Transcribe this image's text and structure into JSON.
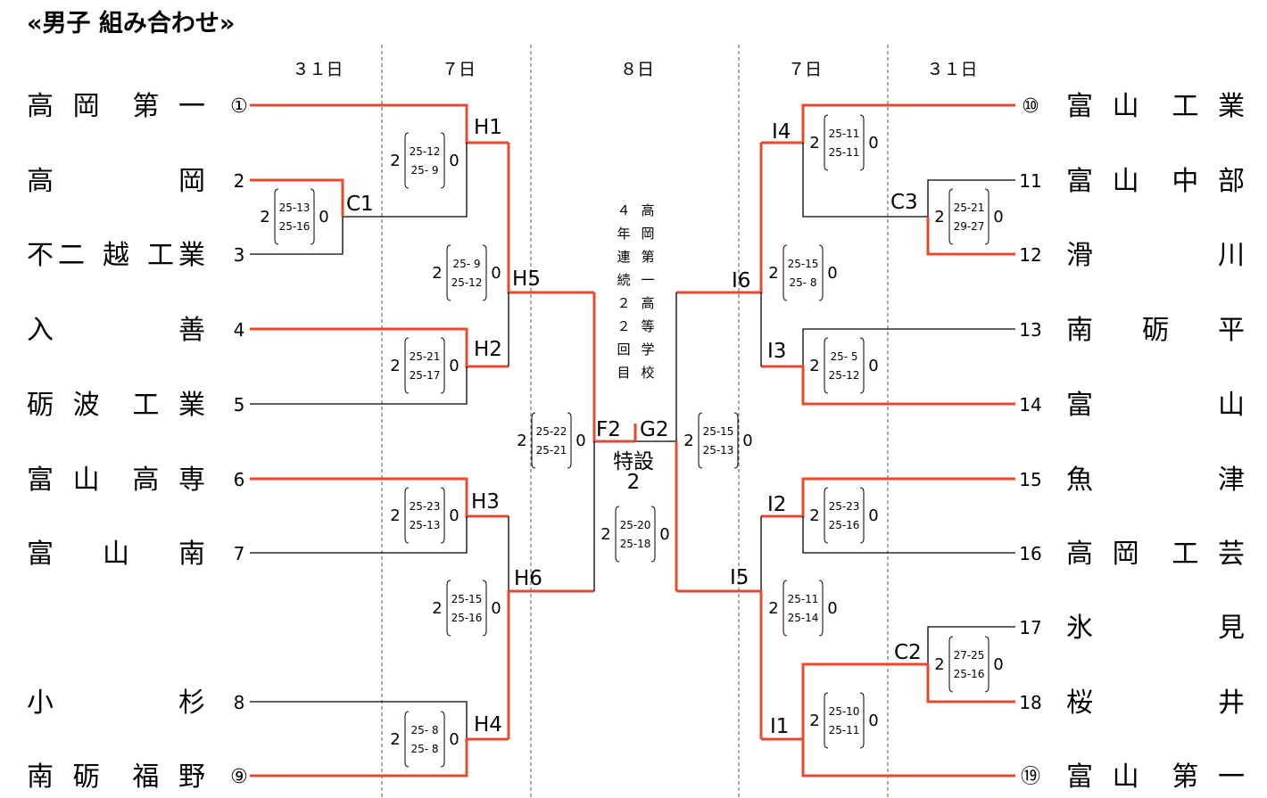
{
  "title": "«男子 組み合わせ»",
  "days": [
    "３１日",
    "７日",
    "８日",
    "７日",
    "３１日"
  ],
  "left_teams": [
    {
      "name": "高岡第一",
      "seed": "①"
    },
    {
      "name": "高岡",
      "seed": "2"
    },
    {
      "name": "不二越工業",
      "seed": "3"
    },
    {
      "name": "入善",
      "seed": "4"
    },
    {
      "name": "砺波工業",
      "seed": "5"
    },
    {
      "name": "富山高専",
      "seed": "6"
    },
    {
      "name": "富山南",
      "seed": "7"
    },
    {
      "name": "小杉",
      "seed": "8"
    },
    {
      "name": "南砺福野",
      "seed": "⑨"
    }
  ],
  "right_teams": [
    {
      "name": "富山工業",
      "seed": "⑩"
    },
    {
      "name": "富山中部",
      "seed": "11"
    },
    {
      "name": "滑川",
      "seed": "12"
    },
    {
      "name": "南砺平",
      "seed": "13"
    },
    {
      "name": "富山",
      "seed": "14"
    },
    {
      "name": "魚津",
      "seed": "15"
    },
    {
      "name": "高岡工芸",
      "seed": "16"
    },
    {
      "name": "氷見",
      "seed": "17"
    },
    {
      "name": "桜井",
      "seed": "18"
    },
    {
      "name": "富山第一",
      "seed": "⑲"
    }
  ],
  "match_labels": [
    "C1",
    "H1",
    "H2",
    "H3",
    "H4",
    "H5",
    "H6",
    "F2",
    "G2",
    "I4",
    "C3",
    "I6",
    "I3",
    "I2",
    "I5",
    "C2",
    "I1"
  ],
  "scores": [
    {
      "id": "C1",
      "left": "2",
      "right": "0",
      "sets": [
        "25-13",
        "25-16"
      ]
    },
    {
      "id": "H1",
      "left": "2",
      "right": "0",
      "sets": [
        "25-12",
        "25- 9"
      ]
    },
    {
      "id": "H5a",
      "left": "2",
      "right": "0",
      "sets": [
        "25- 9",
        "25-12"
      ]
    },
    {
      "id": "H2",
      "left": "2",
      "right": "0",
      "sets": [
        "25-21",
        "25-17"
      ]
    },
    {
      "id": "F2",
      "left": "2",
      "right": "0",
      "sets": [
        "25-22",
        "25-21"
      ]
    },
    {
      "id": "H3",
      "left": "2",
      "right": "0",
      "sets": [
        "25-23",
        "25-13"
      ]
    },
    {
      "id": "H6a",
      "left": "2",
      "right": "0",
      "sets": [
        "25-15",
        "25-16"
      ]
    },
    {
      "id": "H4",
      "left": "2",
      "right": "0",
      "sets": [
        "25- 8",
        "25- 8"
      ]
    },
    {
      "id": "FIN",
      "left": "2",
      "right": "0",
      "sets": [
        "25-20",
        "25-18"
      ]
    },
    {
      "id": "G2",
      "left": "2",
      "right": "0",
      "sets": [
        "25-15",
        "25-13"
      ]
    },
    {
      "id": "I4",
      "left": "2",
      "right": "0",
      "sets": [
        "25-11",
        "25-11"
      ]
    },
    {
      "id": "C3",
      "left": "2",
      "right": "0",
      "sets": [
        "25-21",
        "29-27"
      ]
    },
    {
      "id": "I6",
      "left": "2",
      "right": "0",
      "sets": [
        "25-15",
        "25- 8"
      ]
    },
    {
      "id": "I3",
      "left": "2",
      "right": "0",
      "sets": [
        "25- 5",
        "25-12"
      ]
    },
    {
      "id": "I2",
      "left": "2",
      "right": "0",
      "sets": [
        "25-23",
        "25-16"
      ]
    },
    {
      "id": "I5",
      "left": "2",
      "right": "0",
      "sets": [
        "25-11",
        "25-14"
      ]
    },
    {
      "id": "C2",
      "left": "2",
      "right": "0",
      "sets": [
        "27-25",
        "25-16"
      ]
    },
    {
      "id": "I1",
      "left": "2",
      "right": "0",
      "sets": [
        "25-10",
        "25-11"
      ]
    }
  ],
  "champion": {
    "col_right": [
      "高",
      "岡",
      "第",
      "一",
      "高",
      "等",
      "学",
      "校"
    ],
    "col_left": [
      "４",
      "年",
      "連",
      "続",
      "２",
      "２",
      "回",
      "目"
    ]
  },
  "venue_line1": "特設",
  "venue_line2": "2",
  "colors": {
    "winner_line": "#e64a2e",
    "line": "#000000"
  }
}
